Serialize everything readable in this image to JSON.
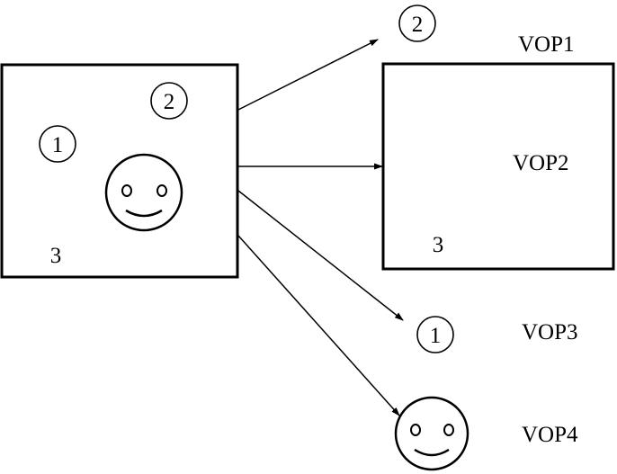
{
  "diagram": {
    "source": {
      "marker_1": "1",
      "marker_2": "2",
      "marker_3": "3",
      "face_icon": "smiley-face-icon"
    },
    "outputs": [
      {
        "name": "VOP1",
        "marker": "2"
      },
      {
        "name": "VOP2",
        "marker": "3"
      },
      {
        "name": "VOP3",
        "marker": "1"
      },
      {
        "name": "VOP4",
        "marker_icon": "smiley-face-icon"
      }
    ],
    "colors": {
      "stroke": "#000000",
      "background": "#ffffff"
    }
  }
}
